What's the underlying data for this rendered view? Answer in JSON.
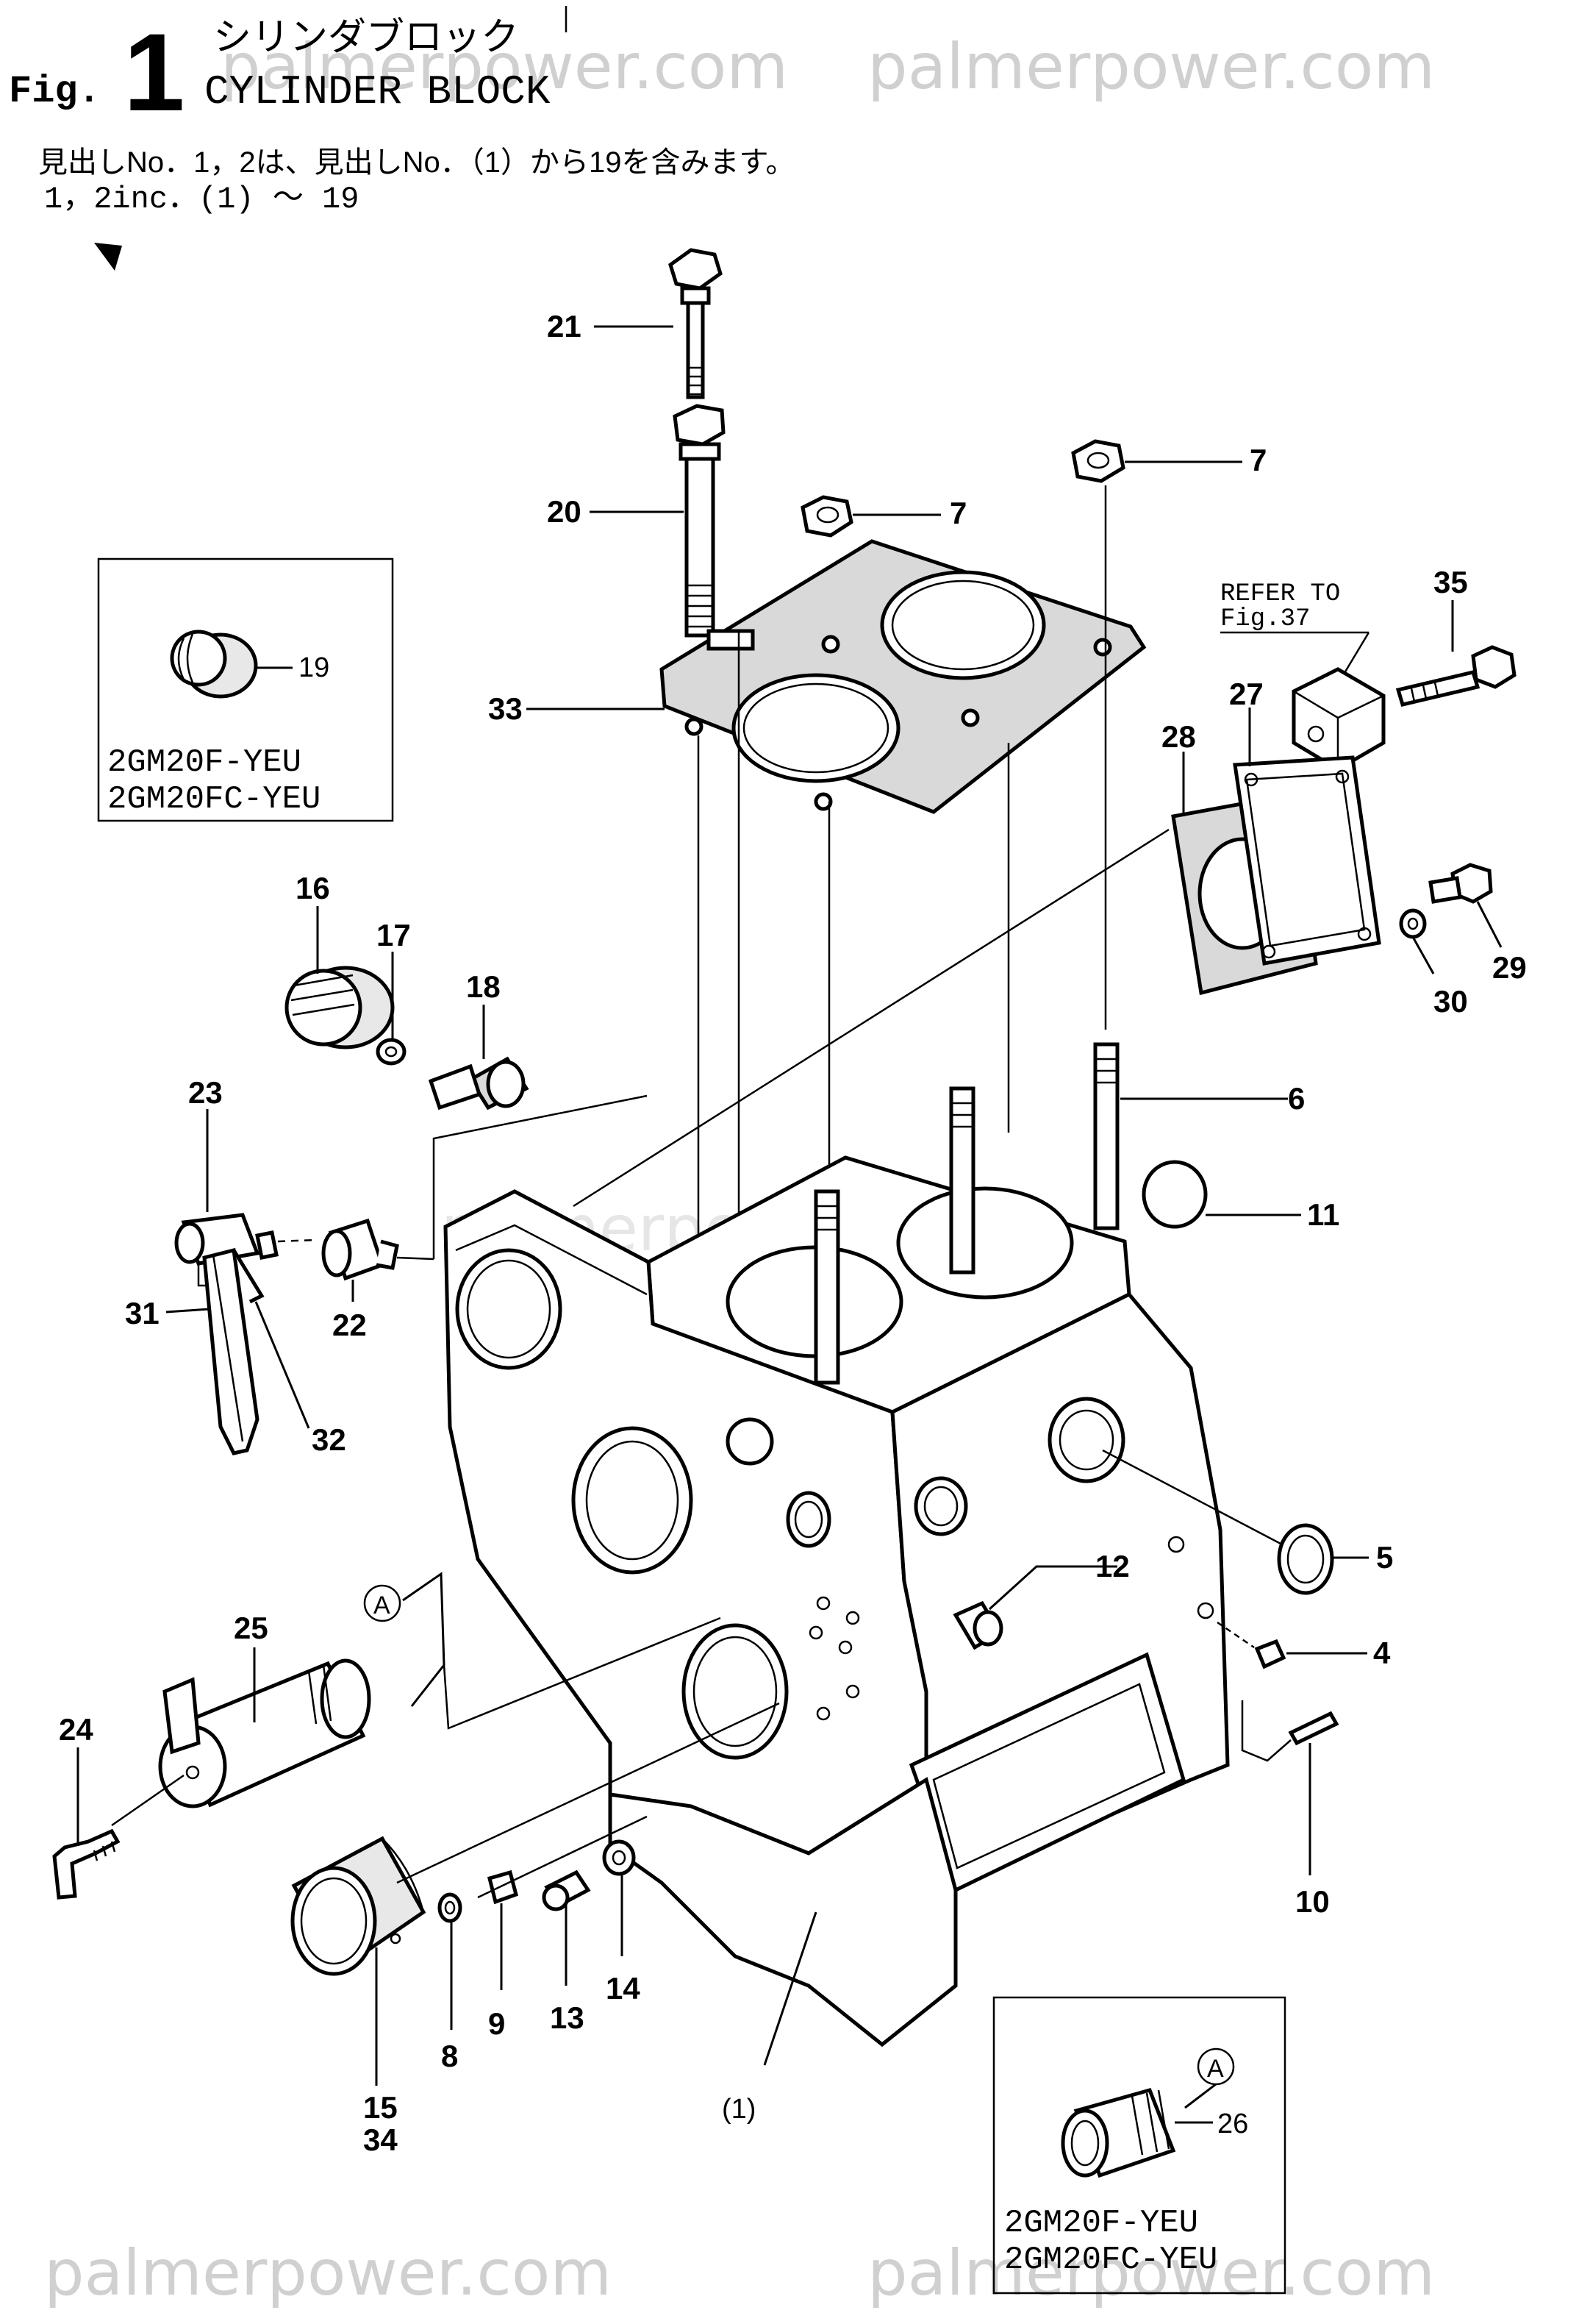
{
  "header": {
    "fig_prefix": "Fig.",
    "fig_number": "1",
    "title_jp": "シリンダブロック",
    "title_en": "CYLINDER BLOCK",
    "note_jp": "見出しNo．1，2は、見出しNo．（1）から19を含みます。",
    "note_en": "1，2inc．(1) ～ 19"
  },
  "watermark": "palmerpower.com",
  "refer": {
    "line1": "REFER TO",
    "line2": "Fig.37"
  },
  "insets": [
    {
      "part_label": "19",
      "models": [
        "2GM20F-YEU",
        "2GM20FC-YEU"
      ]
    },
    {
      "part_label": "26",
      "circle_letter": "A",
      "models": [
        "2GM20F-YEU",
        "2GM20FC-YEU"
      ]
    }
  ],
  "callout_A": "A",
  "labels": {
    "l21": "21",
    "l20": "20",
    "l7a": "7",
    "l7b": "7",
    "l33": "33",
    "l35": "35",
    "l27": "27",
    "l28": "28",
    "l29": "29",
    "l30": "30",
    "l16": "16",
    "l17": "17",
    "l18": "18",
    "l23": "23",
    "l22": "22",
    "l31": "31",
    "l32": "32",
    "l6": "6",
    "l11": "11",
    "l5": "5",
    "l12": "12",
    "l4": "4",
    "l10": "10",
    "l25": "25",
    "l24": "24",
    "l15": "15",
    "l34": "34",
    "l8": "8",
    "l9": "9",
    "l13": "13",
    "l14": "14",
    "l1": "(1)"
  }
}
